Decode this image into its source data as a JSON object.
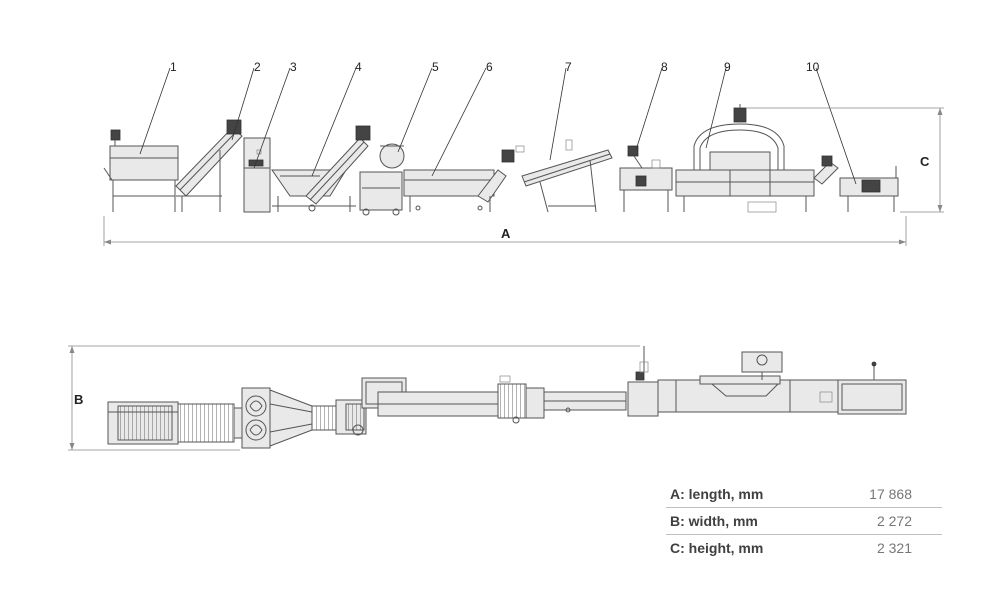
{
  "callouts": [
    "1",
    "2",
    "3",
    "4",
    "5",
    "6",
    "7",
    "8",
    "9",
    "10"
  ],
  "dimensions": {
    "a": "A",
    "b": "B",
    "c": "C"
  },
  "specs": [
    {
      "label": "A: length, mm",
      "value": "17 868"
    },
    {
      "label": "B: width, mm",
      "value": "2 272"
    },
    {
      "label": "C: height, mm",
      "value": "2 321"
    }
  ]
}
